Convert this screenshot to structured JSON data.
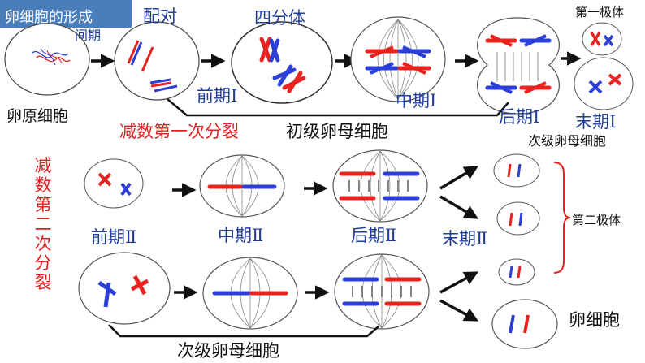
{
  "title": "卵细胞的形成",
  "labels": {
    "interphase": "间期",
    "pairing": "配对",
    "tetrad": "四分体",
    "first_polar_body": "第一极体",
    "primary_oocyte_origin": "卵原细胞",
    "prophase1": "前期Ⅰ",
    "metaphase1": "中期Ⅰ",
    "anaphase1": "后期Ⅰ",
    "telophase1": "末期Ⅰ",
    "meiosis1": "减数第一次分裂",
    "primary_oocyte": "初级卵母细胞",
    "secondary_oocyte_top": "次级卵母细胞",
    "meiosis2": "减数第二次分裂",
    "prophase2": "前期Ⅱ",
    "metaphase2": "中期Ⅱ",
    "anaphase2": "后期Ⅱ",
    "telophase2": "末期Ⅱ",
    "second_polar_body": "第二极体",
    "egg": "卵细胞",
    "secondary_oocyte_bottom": "次级卵母细胞"
  },
  "colors": {
    "title_bg": "#4a7ebb",
    "label_blue": "#1f3d99",
    "label_red": "#e02020",
    "chrom_red": "#e8231f",
    "chrom_blue": "#2b3fd8"
  }
}
